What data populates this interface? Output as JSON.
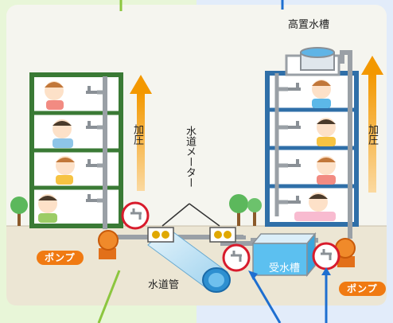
{
  "labels": {
    "elevated_tank": "高置水槽",
    "pressure_left": "加圧",
    "pressure_right": "加圧",
    "water_meter": "水道メーター",
    "water_main": "水道管",
    "receiving_tank": "受水槽",
    "pump_left": "ポンプ",
    "pump_right": "ポンプ"
  },
  "colors": {
    "background_green": "#e8f6d8",
    "background_blue": "#e2ecfa",
    "panel": "#f5f5ef",
    "ground": "#ece6d4",
    "building_left": "#3a7a35",
    "building_right": "#2f6fa8",
    "pipe": "#9aa0a6",
    "arrow_orange": "#f39800",
    "pump_orange": "#f07a12",
    "highlight_circle": "#d81b2c",
    "water_main": "#3a9fd8",
    "pointer_green": "#8cc63f",
    "pointer_blue": "#1e6fd0"
  },
  "icons": [
    "pump-icon",
    "faucet-icon",
    "water-meter-icon",
    "tree-icon",
    "person-icon",
    "tank-icon"
  ]
}
